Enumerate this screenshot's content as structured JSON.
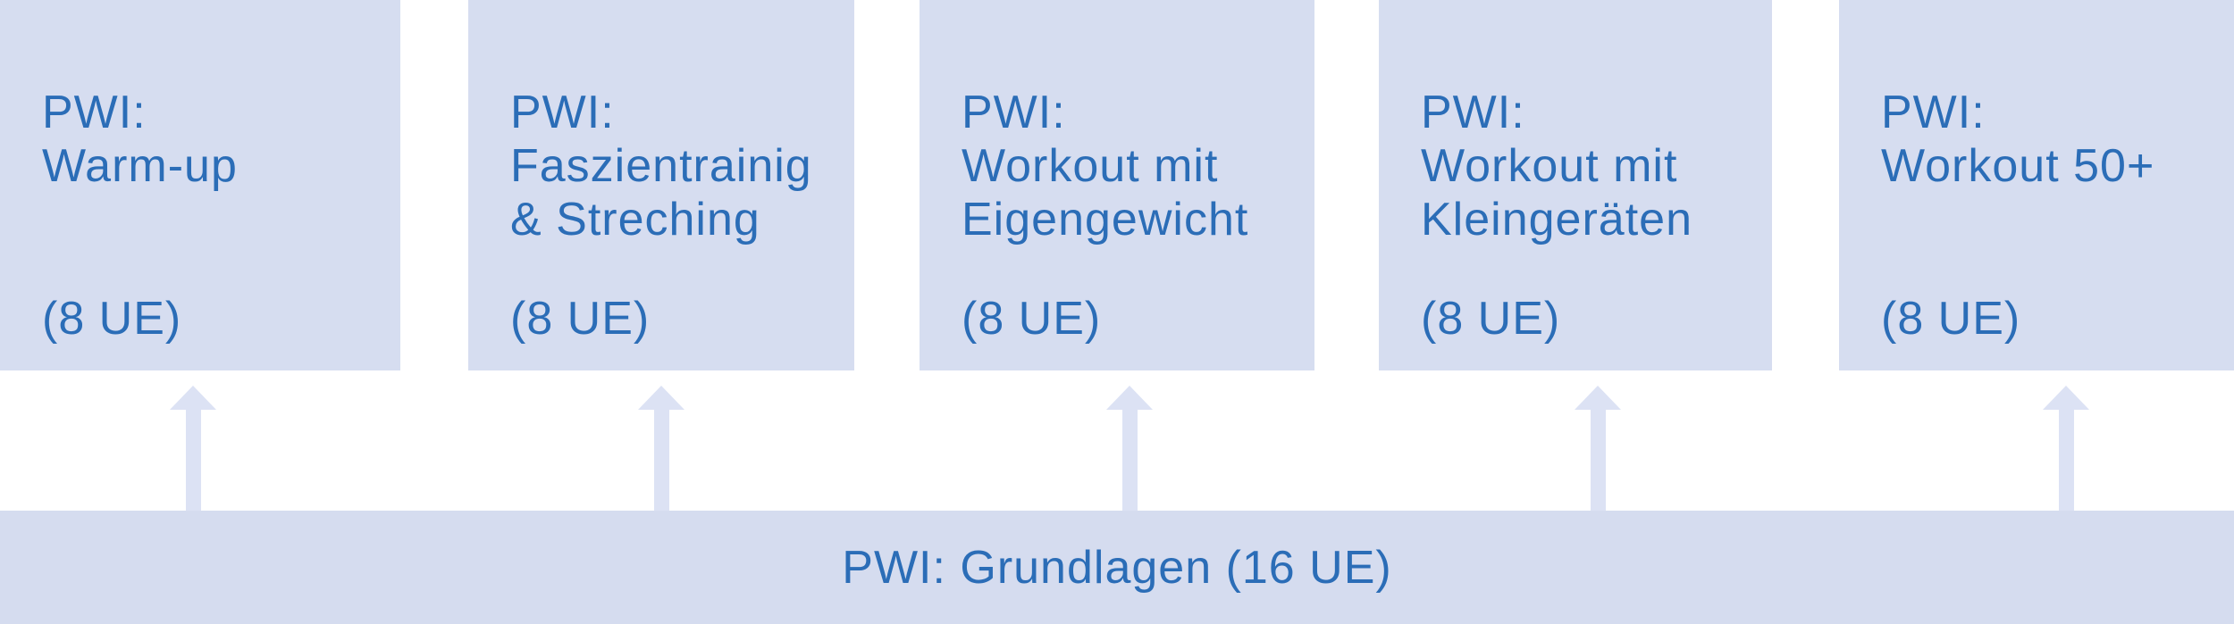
{
  "colors": {
    "background": "#ffffff",
    "box_fill": "#d6ddf0",
    "band_fill": "#d5dcef",
    "arrow_fill": "#dce2f4",
    "text_blue": "#2b6db7"
  },
  "boxes": [
    {
      "title": "PWI:\nWarm-up",
      "ue": "(8 UE)"
    },
    {
      "title": "PWI:\nFaszientrainig\n& Streching",
      "ue": "(8 UE)"
    },
    {
      "title": "PWI:\nWorkout mit\nEigengewicht",
      "ue": "(8 UE)"
    },
    {
      "title": "PWI:\nWorkout mit\nKleingeräten",
      "ue": "(8 UE)"
    },
    {
      "title": "PWI:\nWorkout 50+",
      "ue": "(8 UE)"
    }
  ],
  "base": {
    "label": "PWI: Grundlagen (16 UE)"
  },
  "arrows": {
    "count": 5,
    "direction": "up"
  }
}
